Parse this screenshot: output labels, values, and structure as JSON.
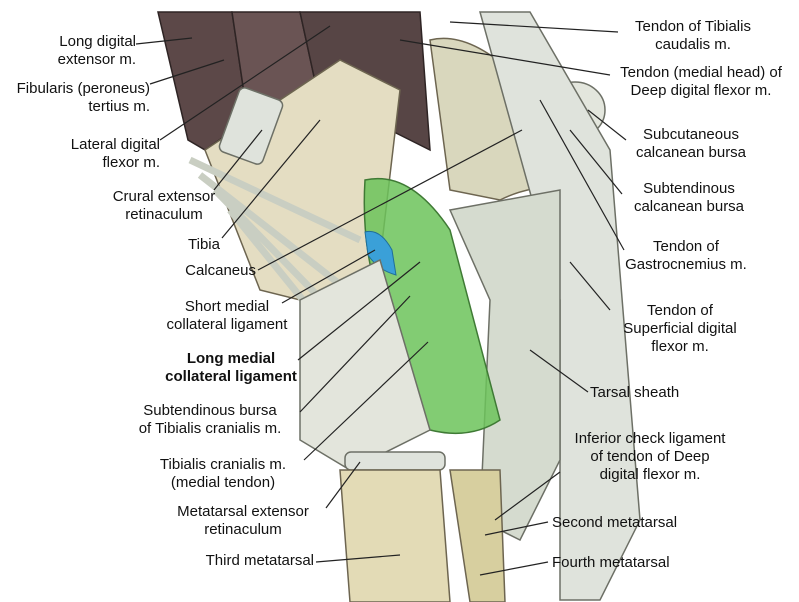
{
  "labels": {
    "long_digital_extensor": "Long digital\nextensor m.",
    "fibularis_tertius": "Fibularis (peroneus)\ntertius m.",
    "lateral_digital_flexor": "Lateral digital\nflexor m.",
    "crural_extensor_retinaculum": "Crural extensor\nretinaculum",
    "tibia": "Tibia",
    "calcaneus": "Calcaneus",
    "short_medial_collateral": "Short medial\ncollateral ligament",
    "long_medial_collateral": "Long medial\ncollateral ligament",
    "subtendinous_bursa_tibialis": "Subtendinous bursa\nof Tibialis cranialis m.",
    "tibialis_cranialis_medial_tendon": "Tibialis cranialis m.\n(medial tendon)",
    "metatarsal_extensor_retinaculum": "Metatarsal extensor\nretinaculum",
    "third_metatarsal": "Third metatarsal",
    "tendon_tibialis_caudalis": "Tendon of Tibialis\ncaudalis m.",
    "tendon_deep_digital_flexor_medial": "Tendon (medial head) of\nDeep digital flexor m.",
    "subcutaneous_calcanean_bursa": "Subcutaneous\ncalcanean bursa",
    "subtendinous_calcanean_bursa": "Subtendinous\ncalcanean bursa",
    "tendon_gastrocnemius": "Tendon of\nGastrocnemius m.",
    "tendon_superficial_digital_flexor": "Tendon of\nSuperficial digital\nflexor m.",
    "tarsal_sheath": "Tarsal sheath",
    "inferior_check_ligament": "Inferior check ligament\nof tendon of Deep\ndigital flexor m.",
    "second_metatarsal": "Second metatarsal",
    "fourth_metatarsal": "Fourth metatarsal"
  },
  "colors": {
    "muscle": "#5e4a4a",
    "bone": "#e3dcc0",
    "tendon": "#dfe3dc",
    "ligament_highlight": "#6cc35a",
    "bursa": "#3aa0d8",
    "leader_line": "#222222"
  }
}
